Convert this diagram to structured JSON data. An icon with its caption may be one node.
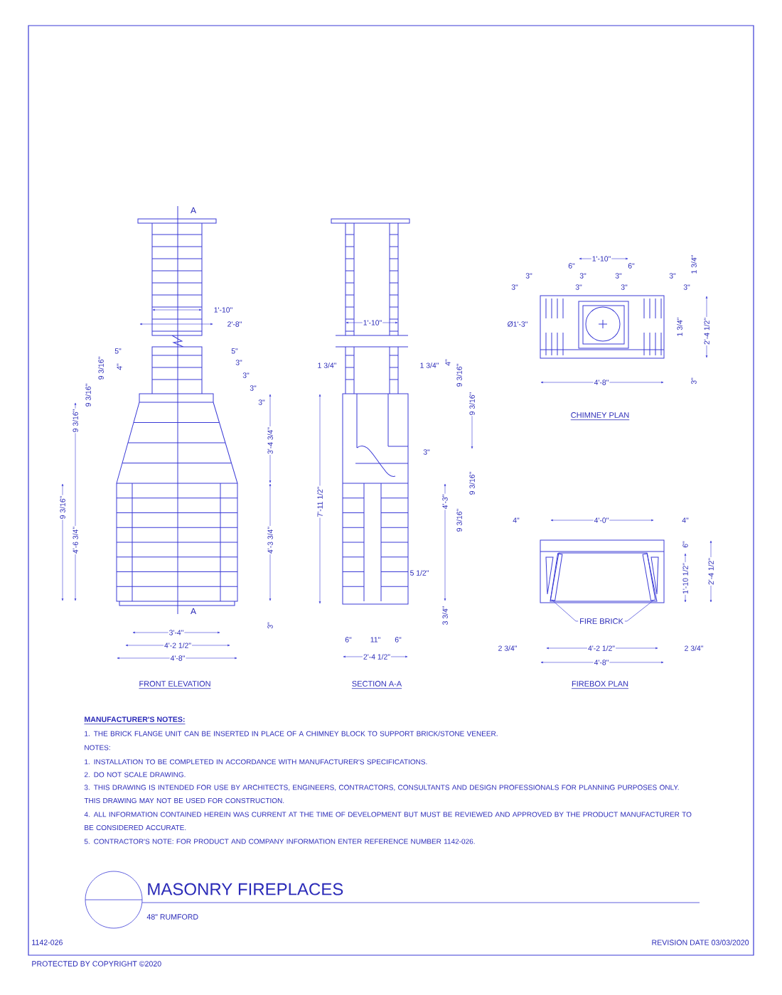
{
  "diagram": {
    "title": "MASONRY FIREPLACES",
    "nodes": [
      {
        "text": [],
        "shape": "bar"
      },
      {
        "text": [],
        "shape": "bar"
      },
      {
        "text": [
          "FIRE BRICK"
        ]
      }
    ],
    "edges": [
      {
        "from": 2,
        "to": 0,
        "arrow": "none"
      },
      {
        "from": 2,
        "to": 1,
        "arrow": "none"
      }
    ],
    "labels": [
      "A",
      "1'-10\"",
      "2'-8\"",
      "5\"",
      "5\"",
      "3\"",
      "4\"",
      "9 3/16\"",
      "3\"",
      "3\"",
      "9 3/16\"",
      "3\"",
      "9 3/16\"",
      "3'-4 3/4\"",
      "9 3/16\"",
      "4'-6 3/4\"",
      "4'-3 3/4\"",
      "A",
      "3\"",
      "3'-4\"",
      "4'-2 1/2\"",
      "4'-8\"",
      "FRONT ELEVATION",
      "1'-10\"",
      "1 3/4\"",
      "1 3/4\"",
      "4\"",
      "9 3/16\"",
      "9 3/16\"",
      "3\"",
      "7'-11 1/2\"",
      "4'-3\"",
      "9 3/16\"",
      "9 3/16\"",
      "5 1/2\"",
      "3 3/4\"",
      "6\"",
      "11\"",
      "6\"",
      "2'-4 1/2\"",
      "SECTION A-A",
      "1'-10\"",
      "6\"",
      "6\"",
      "1 3/4\"",
      "3\"",
      "3\"",
      "3\"",
      "3\"",
      "3\"",
      "3\"",
      "3\"",
      "3\"",
      "Ø1'-3\"",
      "1 3/4\"",
      "2'-4 1/2\"",
      "4'-8\"",
      "3\"",
      "CHIMNEY PLAN",
      "4\"",
      "4'-0\"",
      "4\"",
      "6\"",
      "1'-10 1/2\"",
      "2'-4 1/2\"",
      "2 3/4\"",
      "4'-2 1/2\"",
      "2 3/4\"",
      "4'-8\"",
      "FIREBOX PLAN",
      "MANUFACTURER'S NOTES:",
      "1. THE BRICK FLANGE UNIT CAN BE INSERTED IN PLACE OF A CHIMNEY BLOCK TO SUPPORT BRICK/STONE VENEER.",
      "NOTES:",
      "1. INSTALLATION TO BE COMPLETED IN ACCORDANCE WITH MANUFACTURER'S SPECIFICATIONS.",
      "2. DO NOT SCALE DRAWING.",
      "3. THIS DRAWING IS INTENDED FOR USE BY ARCHITECTS, ENGINEERS, CONTRACTORS, CONSULTANTS AND DESIGN PROFESSIONALS FOR PLANNING PURPOSES ONLY. THIS DRAWING MAY NOT BE USED FOR CONSTRUCTION.",
      "4. ALL INFORMATION CONTAINED HEREIN WAS CURRENT AT THE TIME OF DEVELOPMENT BUT MUST BE REVIEWED AND APPROVED BY THE PRODUCT MANUFACTURER TO BE CONSIDERED ACCURATE.",
      "5. CONTRACTOR'S NOTE: FOR PRODUCT AND COMPANY INFORMATION ENTER REFERENCE NUMBER 1142-026.",
      "48\" RUMFORD",
      "1142-026",
      "REVISION DATE 03/03/2020",
      "PROTECTED BY COPYRIGHT ©2020"
    ]
  }
}
